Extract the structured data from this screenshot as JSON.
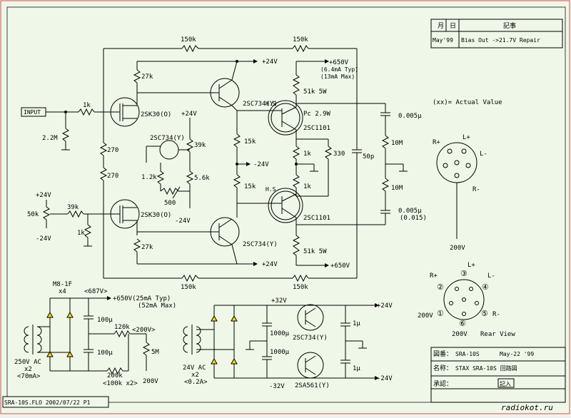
{
  "title_block": {
    "month": "月",
    "day": "日",
    "notes_header": "記事",
    "rev_date": "May'99",
    "rev_note": "Bias Out ->21.7V Repair",
    "drawing_label": "図番：",
    "drawing_no": "SRA-10S",
    "drawing_date": "May-22 '99",
    "name_label": "名称：",
    "name_value": "STAX SRA-10S 回路図",
    "approve_label": "承認：",
    "approve_value": "記入",
    "watermark": "radiokot.ru",
    "file_id": "SRA-10S.FLO 2002/07/22 P1"
  },
  "labels": {
    "input": "INPUT",
    "r_in": "1k",
    "r_in_gnd": "2.2M",
    "r_fb_top": "150k",
    "r_fb_top2": "150k",
    "r_fb_bot": "150k",
    "r_fb_bot2": "150k",
    "r_drain_top": "27k",
    "r_drain_bot": "27k",
    "fet_top": "2SK30(O)",
    "fet_bot": "2SK30(O)",
    "r270a": "270",
    "r270b": "270",
    "tr_top": "2SC734(Y)",
    "tr_bot": "2SC734(Y)",
    "tr_bias": "2SC734(Y)",
    "v24_top": "+24V",
    "v24_bias": "+24V",
    "v24_neg": "-24V",
    "v24_neg2": "-24V",
    "v24_bot": "+24V",
    "r39k": "39k",
    "r12k": "1.2k",
    "r56k": "5.6k",
    "r500": "500",
    "r15k_a": "15k",
    "r15k_b": "15k",
    "v650": "+650V",
    "i_typ": "(6.4mA Typ)",
    "i_max": "(13mA Max)",
    "r51k_top": "51k 5W",
    "r51k_bot": "51k 5W",
    "hs_top": "H.S",
    "hs_bot": "H.S",
    "pc": "Pc 2.9W",
    "tr_out_top": "2SC1101",
    "tr_out_bot": "2SC1101",
    "r1k_a": "1k",
    "r1k_b": "1k",
    "r330": "330",
    "c50p": "50p",
    "c005_top": "0.005μ",
    "c005_bot": "0.005μ",
    "c015": "(0.015)",
    "r10m_a": "10M",
    "r10m_b": "10M",
    "v650_bot": "+650V",
    "actual": "(xx)= Actual Value",
    "r_pos": "R+",
    "l_pos": "L+",
    "l_neg": "L-",
    "r_neg": "R-",
    "v200_out": "200V",
    "pot_50k": "50k",
    "pot_39k": "39k",
    "pot_1k": "1k",
    "v24_pot_top": "+24V",
    "v24_pot_bot": "-24V",
    "rear_rpos": "R+",
    "rear_lpos": "L+",
    "rear_lneg": "L-",
    "rear_rneg": "R-",
    "rear_200v": "200V",
    "rear_200v2": "200V",
    "rear_view": "Rear View",
    "n1": "①",
    "n2": "②",
    "n3": "③",
    "n4": "④",
    "n5": "⑤",
    "n6": "⑥",
    "ps_diode": "M8-1F",
    "ps_x4": "x4",
    "ps_687": "<687V>",
    "ps_650": "+650V(25mA Typ)",
    "ps_52": "(52mA Max)",
    "ps_c100a": "100μ",
    "ps_c100b": "100μ",
    "ps_120k": "120k",
    "ps_200v": "<200V>",
    "ps_5m": "5M",
    "ps_200k": "200k",
    "ps_100k": "<100k x2>",
    "ps_200v_out": "200V",
    "ps_250": "250V AC",
    "ps_x2": "x2",
    "ps_70ma": "<70mA>",
    "lv_32": "+32V",
    "lv_m32": "-32V",
    "lv_24": "24V AC",
    "lv_x2": "x2",
    "lv_02a": "<0.2A>",
    "lv_c1000a": "1000μ",
    "lv_c1000b": "1000μ",
    "lv_tr_top": "2SC734(Y)",
    "lv_tr_bot": "2SA561(Y)",
    "lv_c1a": "1μ",
    "lv_c1b": "1μ",
    "lv_p24": "+24V",
    "lv_m24": "-24V"
  }
}
